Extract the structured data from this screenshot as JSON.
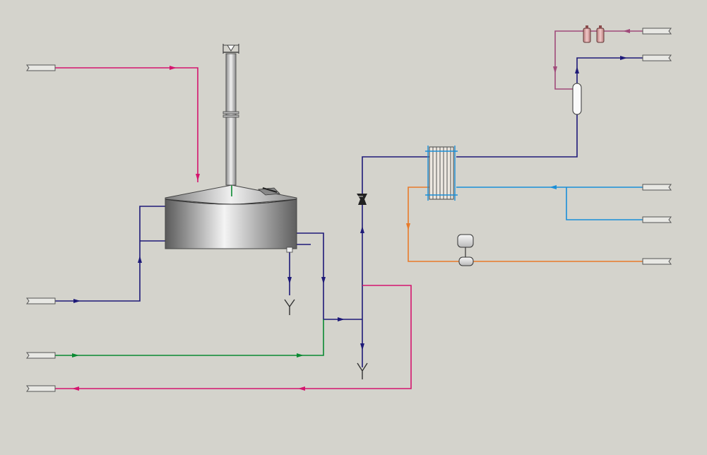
{
  "diagram": {
    "background": "#d4d3cc",
    "colors": {
      "process": "#1e1a78",
      "hot": "#d4156e",
      "green": "#0a8a32",
      "cooling": "#1a8fd8",
      "orange": "#e87b2a",
      "vapor": "#a04a7a",
      "terminal_fill": "#e8e8e4",
      "terminal_stroke": "#555555"
    },
    "equipment": [
      {
        "id": "kettle",
        "icon": "brew-kettle-icon"
      },
      {
        "id": "stack",
        "icon": "vapor-stack-icon"
      },
      {
        "id": "heat_exchanger",
        "icon": "tube-bundle-heat-exchanger-icon"
      },
      {
        "id": "separator",
        "icon": "vertical-separator-icon"
      },
      {
        "id": "pump",
        "icon": "pump-icon"
      },
      {
        "id": "filters",
        "icon": "twin-filter-icon"
      },
      {
        "id": "valve",
        "icon": "check-valve-icon"
      },
      {
        "id": "drain_1",
        "icon": "drain-icon"
      },
      {
        "id": "drain_2",
        "icon": "drain-icon"
      }
    ],
    "terminals": [
      {
        "id": "in-hot-top-left",
        "icon": "pipe-terminal-icon"
      },
      {
        "id": "in-process-left",
        "icon": "pipe-terminal-icon"
      },
      {
        "id": "in-green-left",
        "icon": "pipe-terminal-icon"
      },
      {
        "id": "out-hot-bottom-left",
        "icon": "pipe-terminal-icon"
      },
      {
        "id": "in-vapor-top-right",
        "icon": "pipe-terminal-icon"
      },
      {
        "id": "out-process-top-right",
        "icon": "pipe-terminal-icon"
      },
      {
        "id": "in-cooling-right",
        "icon": "pipe-terminal-icon"
      },
      {
        "id": "in-cooling-right-2",
        "icon": "pipe-terminal-icon"
      },
      {
        "id": "out-orange-right",
        "icon": "pipe-terminal-icon"
      }
    ]
  }
}
